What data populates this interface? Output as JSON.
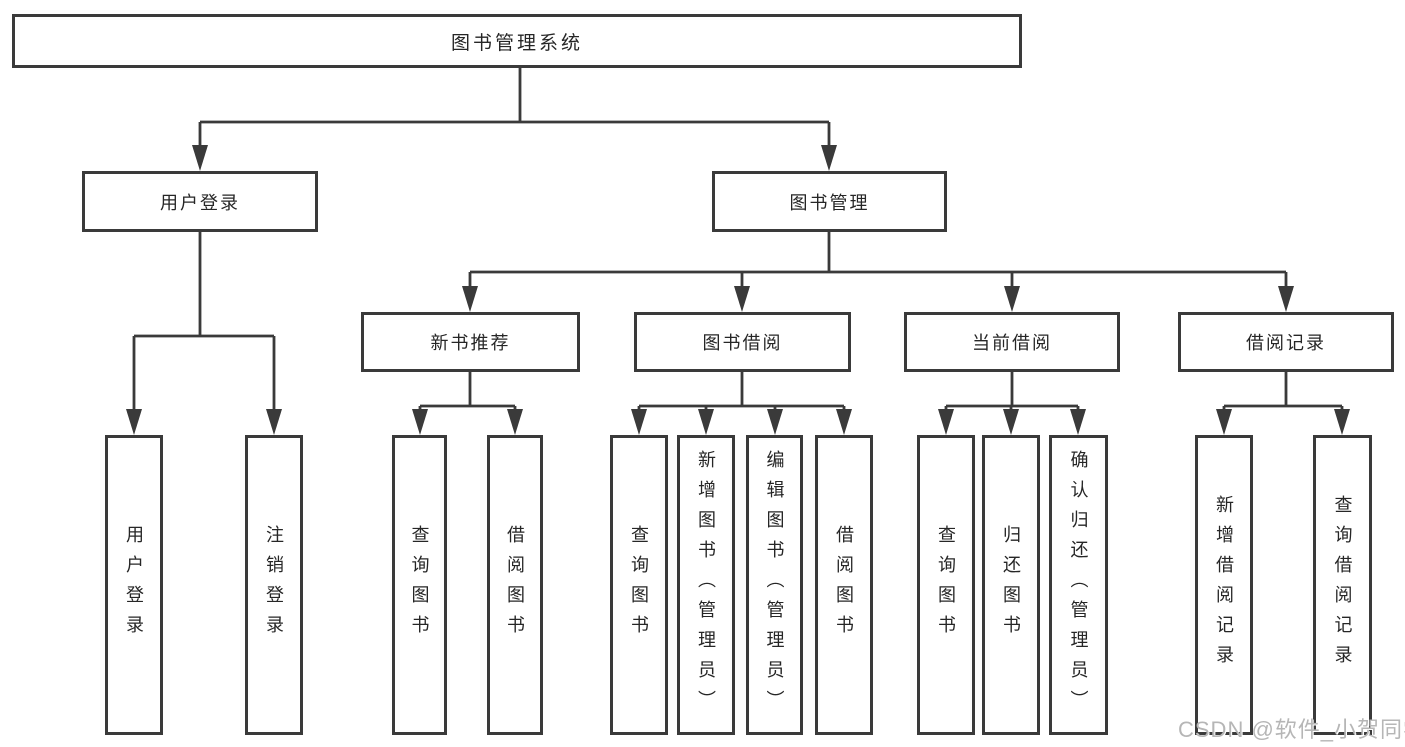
{
  "diagram": {
    "root": {
      "label": "图书管理系统"
    },
    "branches": [
      {
        "label": "用户登录",
        "children": [
          {
            "label": "用户登录"
          },
          {
            "label": "注销登录"
          }
        ]
      },
      {
        "label": "图书管理",
        "children": [
          {
            "label": "新书推荐",
            "children": [
              {
                "label": "查询图书"
              },
              {
                "label": "借阅图书"
              }
            ]
          },
          {
            "label": "图书借阅",
            "children": [
              {
                "label": "查询图书"
              },
              {
                "label": "新增图书（管理员）"
              },
              {
                "label": "编辑图书（管理员）"
              },
              {
                "label": "借阅图书"
              }
            ]
          },
          {
            "label": "当前借阅",
            "children": [
              {
                "label": "查询图书"
              },
              {
                "label": "归还图书"
              },
              {
                "label": "确认归还（管理员）"
              }
            ]
          },
          {
            "label": "借阅记录",
            "children": [
              {
                "label": "新增借阅记录"
              },
              {
                "label": "查询借阅记录"
              }
            ]
          }
        ]
      }
    ]
  },
  "watermark": {
    "text": "CSDN @软件_小贺同学"
  },
  "colors": {
    "line": "#3a3a3a",
    "box_border": "#3a3a3a",
    "box_fill": "#ffffff",
    "text": "#262626",
    "watermark": "#b6b6b6"
  }
}
